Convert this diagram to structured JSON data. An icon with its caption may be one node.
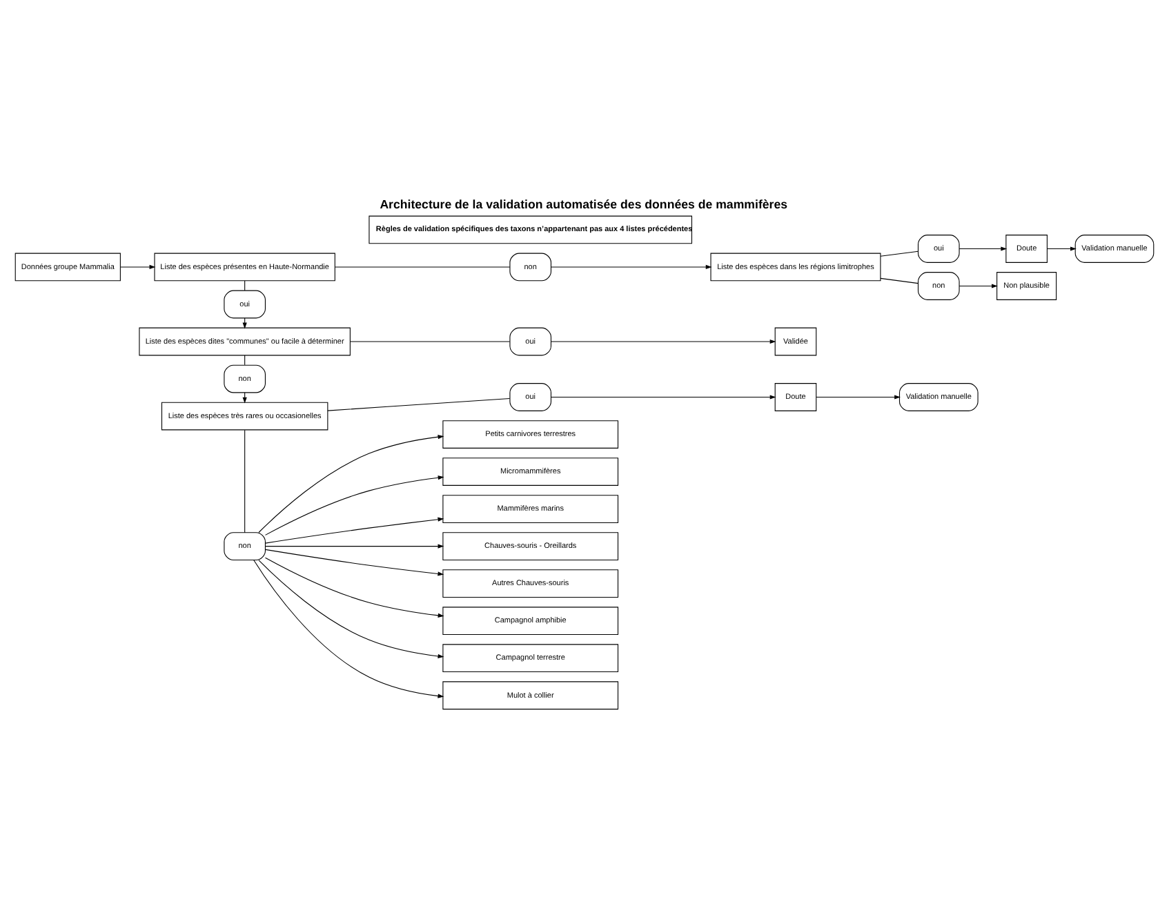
{
  "diagram": {
    "title": "Architecture de la validation automatisée des données de mammifères",
    "nodes": [
      {
        "text": [
          "Données groupe Mammalia"
        ]
      },
      {
        "text": [
          "Liste des espèces présentes en Haute-Normandie"
        ]
      },
      {
        "text": [
          "non"
        ]
      },
      {
        "text": [
          "Liste des espèces dans les régions limitrophes"
        ]
      },
      {
        "text": [
          "oui"
        ]
      },
      {
        "text": [
          "Doute"
        ]
      },
      {
        "text": [
          "Validation manuelle"
        ]
      },
      {
        "text": [
          "non"
        ]
      },
      {
        "text": [
          "Non plausible"
        ]
      },
      {
        "text": [
          "oui"
        ]
      },
      {
        "text": [
          "Liste des espèces dites \"communes\" ou facile à déterminer"
        ]
      },
      {
        "text": [
          "oui"
        ]
      },
      {
        "text": [
          "Validée"
        ]
      },
      {
        "text": [
          "non"
        ]
      },
      {
        "text": [
          "Liste des espèces très rares ou occasionelles"
        ]
      },
      {
        "text": [
          "oui"
        ]
      },
      {
        "text": [
          "Doute"
        ]
      },
      {
        "text": [
          "Validation manuelle"
        ]
      },
      {
        "text": [
          "non"
        ]
      },
      {
        "text": [
          "Règles de validation spécifiques des taxons n’appartenant pas aux 4 listes précédentes"
        ]
      },
      {
        "text": [
          "Petits carnivores terrestres"
        ]
      },
      {
        "text": [
          "Micromammifères"
        ]
      },
      {
        "text": [
          "Mammifères marins"
        ]
      },
      {
        "text": [
          "Chauves-souris - Oreillards"
        ]
      },
      {
        "text": [
          "Autres Chauves-souris"
        ]
      },
      {
        "text": [
          "Campagnol amphibie"
        ]
      },
      {
        "text": [
          "Campagnol terrestre"
        ]
      },
      {
        "text": [
          "Mulot à collier"
        ]
      }
    ],
    "edges": [
      {
        "from": 0,
        "to": 1,
        "arrow": "to"
      },
      {
        "from": 1,
        "to": 2,
        "arrow": "none"
      },
      {
        "from": 2,
        "to": 3,
        "arrow": "to"
      },
      {
        "from": 3,
        "to": 4,
        "arrow": "none"
      },
      {
        "from": 4,
        "to": 5,
        "arrow": "to"
      },
      {
        "from": 5,
        "to": 6,
        "arrow": "to"
      },
      {
        "from": 3,
        "to": 7,
        "arrow": "none"
      },
      {
        "from": 7,
        "to": 8,
        "arrow": "to"
      },
      {
        "from": 1,
        "to": 9,
        "arrow": "none"
      },
      {
        "from": 9,
        "to": 10,
        "arrow": "to"
      },
      {
        "from": 10,
        "to": 11,
        "arrow": "none"
      },
      {
        "from": 11,
        "to": 12,
        "arrow": "to"
      },
      {
        "from": 10,
        "to": 13,
        "arrow": "none"
      },
      {
        "from": 13,
        "to": 14,
        "arrow": "to"
      },
      {
        "from": 14,
        "to": 15,
        "arrow": "none"
      },
      {
        "from": 15,
        "to": 16,
        "arrow": "to"
      },
      {
        "from": 16,
        "to": 17,
        "arrow": "to"
      },
      {
        "from": 14,
        "to": 18,
        "arrow": "none"
      },
      {
        "from": 18,
        "to": 20,
        "arrow": "to"
      },
      {
        "from": 18,
        "to": 21,
        "arrow": "to"
      },
      {
        "from": 18,
        "to": 22,
        "arrow": "to"
      },
      {
        "from": 18,
        "to": 23,
        "arrow": "to"
      },
      {
        "from": 18,
        "to": 24,
        "arrow": "to"
      },
      {
        "from": 18,
        "to": 25,
        "arrow": "to"
      },
      {
        "from": 18,
        "to": 26,
        "arrow": "to"
      },
      {
        "from": 18,
        "to": 27,
        "arrow": "to"
      }
    ]
  }
}
